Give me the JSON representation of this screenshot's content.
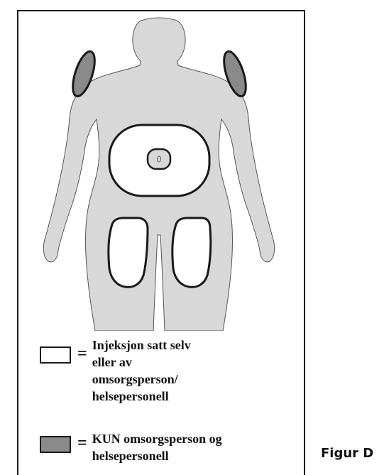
{
  "figure": {
    "caption": "Figur D"
  },
  "legend": [
    {
      "kind": "self-injection",
      "symbol": "=",
      "lines": [
        "Injeksjon satt selv",
        "eller av",
        "omsorgsperson/",
        "helsepersonell"
      ],
      "fill": "#ffffff"
    },
    {
      "kind": "caregiver-only",
      "symbol": "=",
      "lines": [
        "KUN omsorgsperson og",
        "helsepersonell"
      ],
      "fill": "#8a8a8a"
    }
  ],
  "colors": {
    "body": "#d8d8d8",
    "outline": "#1a1a1a",
    "self_zone": "#ffffff",
    "caregiver_zone": "#8a8a8a"
  }
}
